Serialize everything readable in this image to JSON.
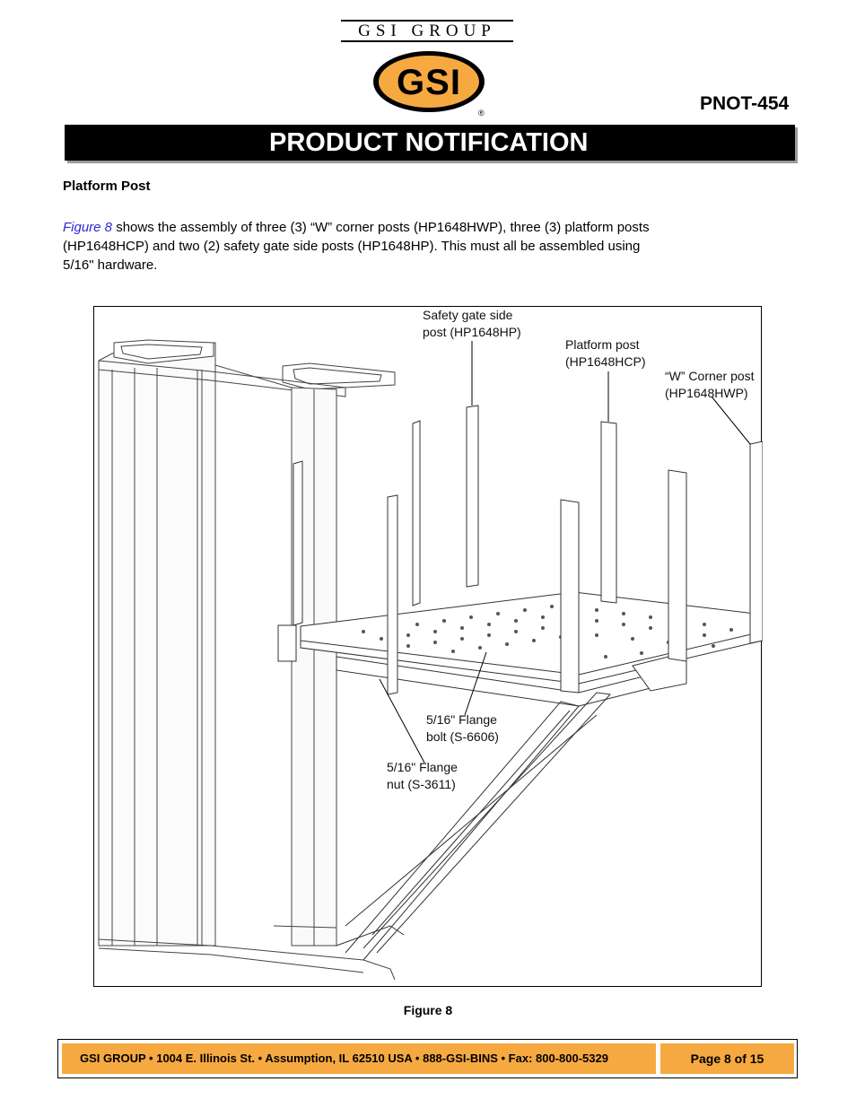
{
  "header": {
    "brand_name": "GSI GROUP",
    "logo_text": "GSI",
    "registered_mark": "®",
    "doc_number": "PNOT-454",
    "banner_title": "PRODUCT NOTIFICATION"
  },
  "section": {
    "heading": "Platform Post",
    "body_ref": "Figure 8",
    "body_line1": " shows the assembly of three (3) “W” corner posts (HP1648HWP), three (3) platform posts",
    "body_line2": "(HP1648HCP) and two (2) safety gate side posts (HP1648HP). This must all be assembled using",
    "body_line3": "5/16\" hardware."
  },
  "figure": {
    "callouts": {
      "safety_gate_1": "Safety gate side",
      "safety_gate_2": "post (HP1648HP)",
      "platform_post_1": "Platform post",
      "platform_post_2": "(HP1648HCP)",
      "corner_post_1": "“W” Corner post",
      "corner_post_2": "(HP1648HWP)",
      "flange_bolt_1": "5/16\" Flange",
      "flange_bolt_2": "bolt (S-6606)",
      "flange_nut_1": "5/16\" Flange",
      "flange_nut_2": "nut (S-3611)"
    },
    "caption": "Figure 8"
  },
  "footer": {
    "address": "GSI GROUP • 1004 E. Illinois St. • Assumption, IL 62510 USA • 888-GSI-BINS • Fax: 800-800-5329",
    "page": "Page 8 of 15"
  },
  "colors": {
    "logo_gold": "#f7a941",
    "footer_orange": "#f7a941",
    "link_blue": "#2a2ad0"
  }
}
